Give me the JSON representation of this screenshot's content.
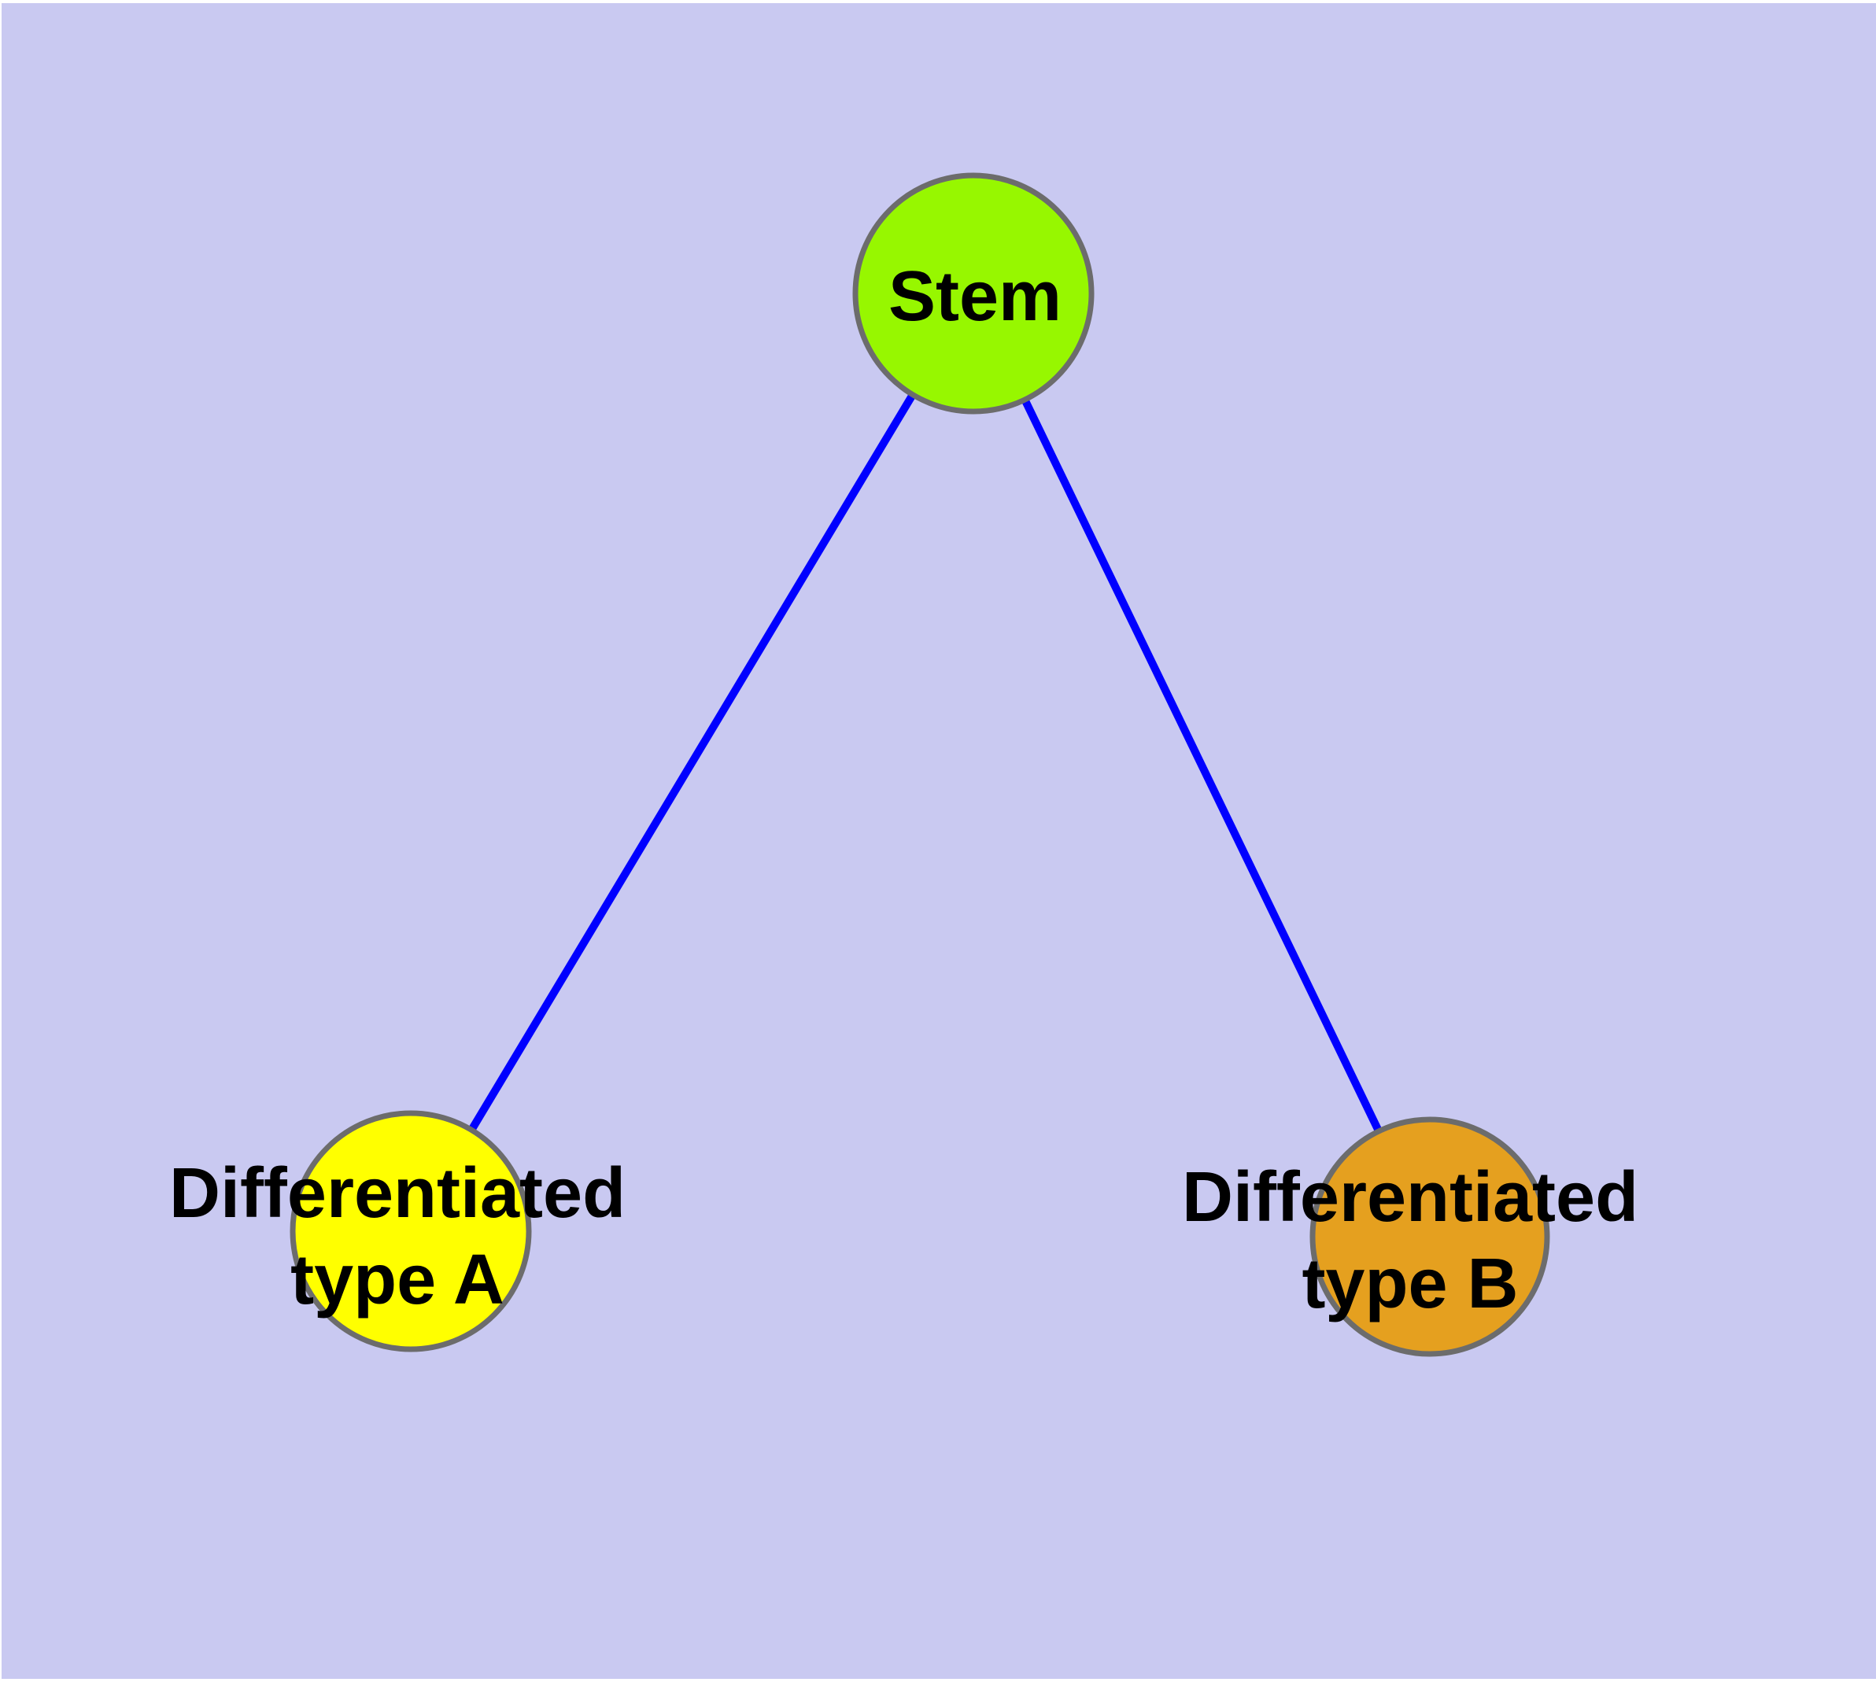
{
  "diagram": {
    "type": "graph",
    "background_color": "#C9C9F1",
    "page_margin_color": "#FFFFFF",
    "edge_color": "#0000FF",
    "node_border_color": "#6C6C6C",
    "label_color": "#000000",
    "nodes": [
      {
        "id": "stem",
        "label": "Stem",
        "fill": "#97F700"
      },
      {
        "id": "differentiated-type-a",
        "label_line1": "Differentiated",
        "label_line2": "type A",
        "fill": "#FFFF00"
      },
      {
        "id": "differentiated-type-b",
        "label_line1": "Differentiated",
        "label_line2": "type B",
        "fill": "#E5A01F"
      }
    ],
    "edges": [
      {
        "from": "Stem",
        "to": "Differentiated type A"
      },
      {
        "from": "Stem",
        "to": "Differentiated type B"
      }
    ]
  }
}
